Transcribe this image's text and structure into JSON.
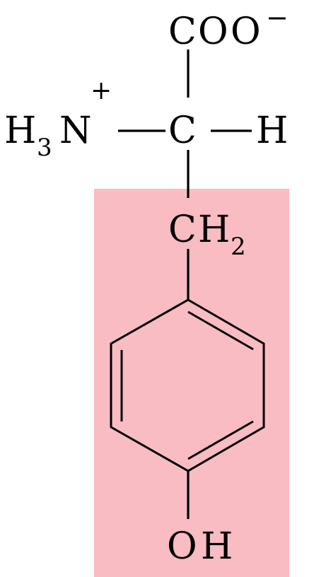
{
  "colors": {
    "side_chain_highlight": "#f9bcc3",
    "ink": "#000000"
  },
  "atoms": {
    "carboxylate": {
      "C": "C",
      "O1": "O",
      "O2": "O",
      "charge": "−"
    },
    "amino": {
      "H": "H",
      "subscript": "3",
      "N": "N",
      "charge": "+"
    },
    "alpha_carbon": "C",
    "alpha_hydrogen": "H",
    "methylene": {
      "C": "C",
      "H": "H",
      "subscript": "2"
    },
    "hydroxyl": {
      "O": "O",
      "H": "H"
    }
  }
}
